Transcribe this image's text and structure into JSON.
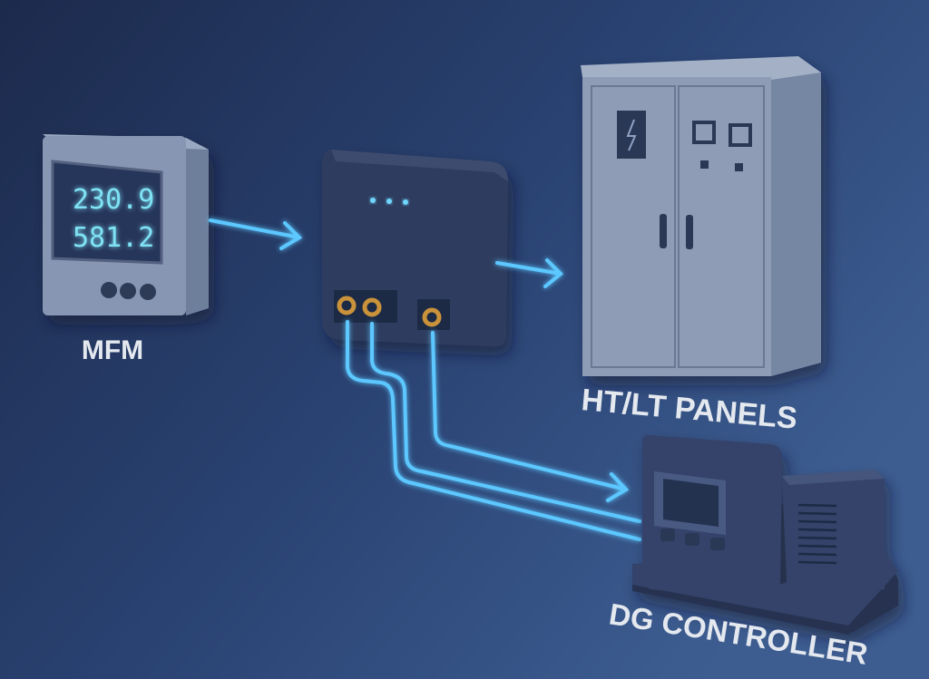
{
  "labels": {
    "mfm": "MFM",
    "panels": "HT/LT PANELS",
    "dg": "DG CONTROLLER"
  },
  "mfm_display": {
    "line1": "230.9",
    "line2": "581.2"
  },
  "colors": {
    "background_dark": "#1c2a4c",
    "background_light": "#3d5d91",
    "glow": "#5cc8ff",
    "display_text": "#7fe3f5",
    "port_brass": "#c9923a"
  }
}
